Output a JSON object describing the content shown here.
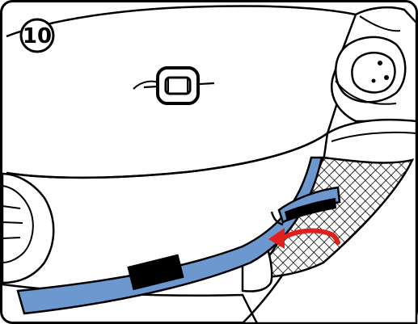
{
  "step": {
    "number": "10",
    "marker_style": "circled-number"
  },
  "illustration": {
    "subject": "seat-strap-routing",
    "elements": [
      "buckle-icon",
      "strap",
      "strap-guide-clip",
      "strap-label-patch",
      "mesh-panel",
      "seat-armrest",
      "seat-side",
      "direction-arrow"
    ]
  },
  "colors": {
    "strap": "#6d98cf",
    "arrow": "#e0201c",
    "outline": "#000000",
    "background": "#ffffff",
    "mesh": "#000000"
  }
}
